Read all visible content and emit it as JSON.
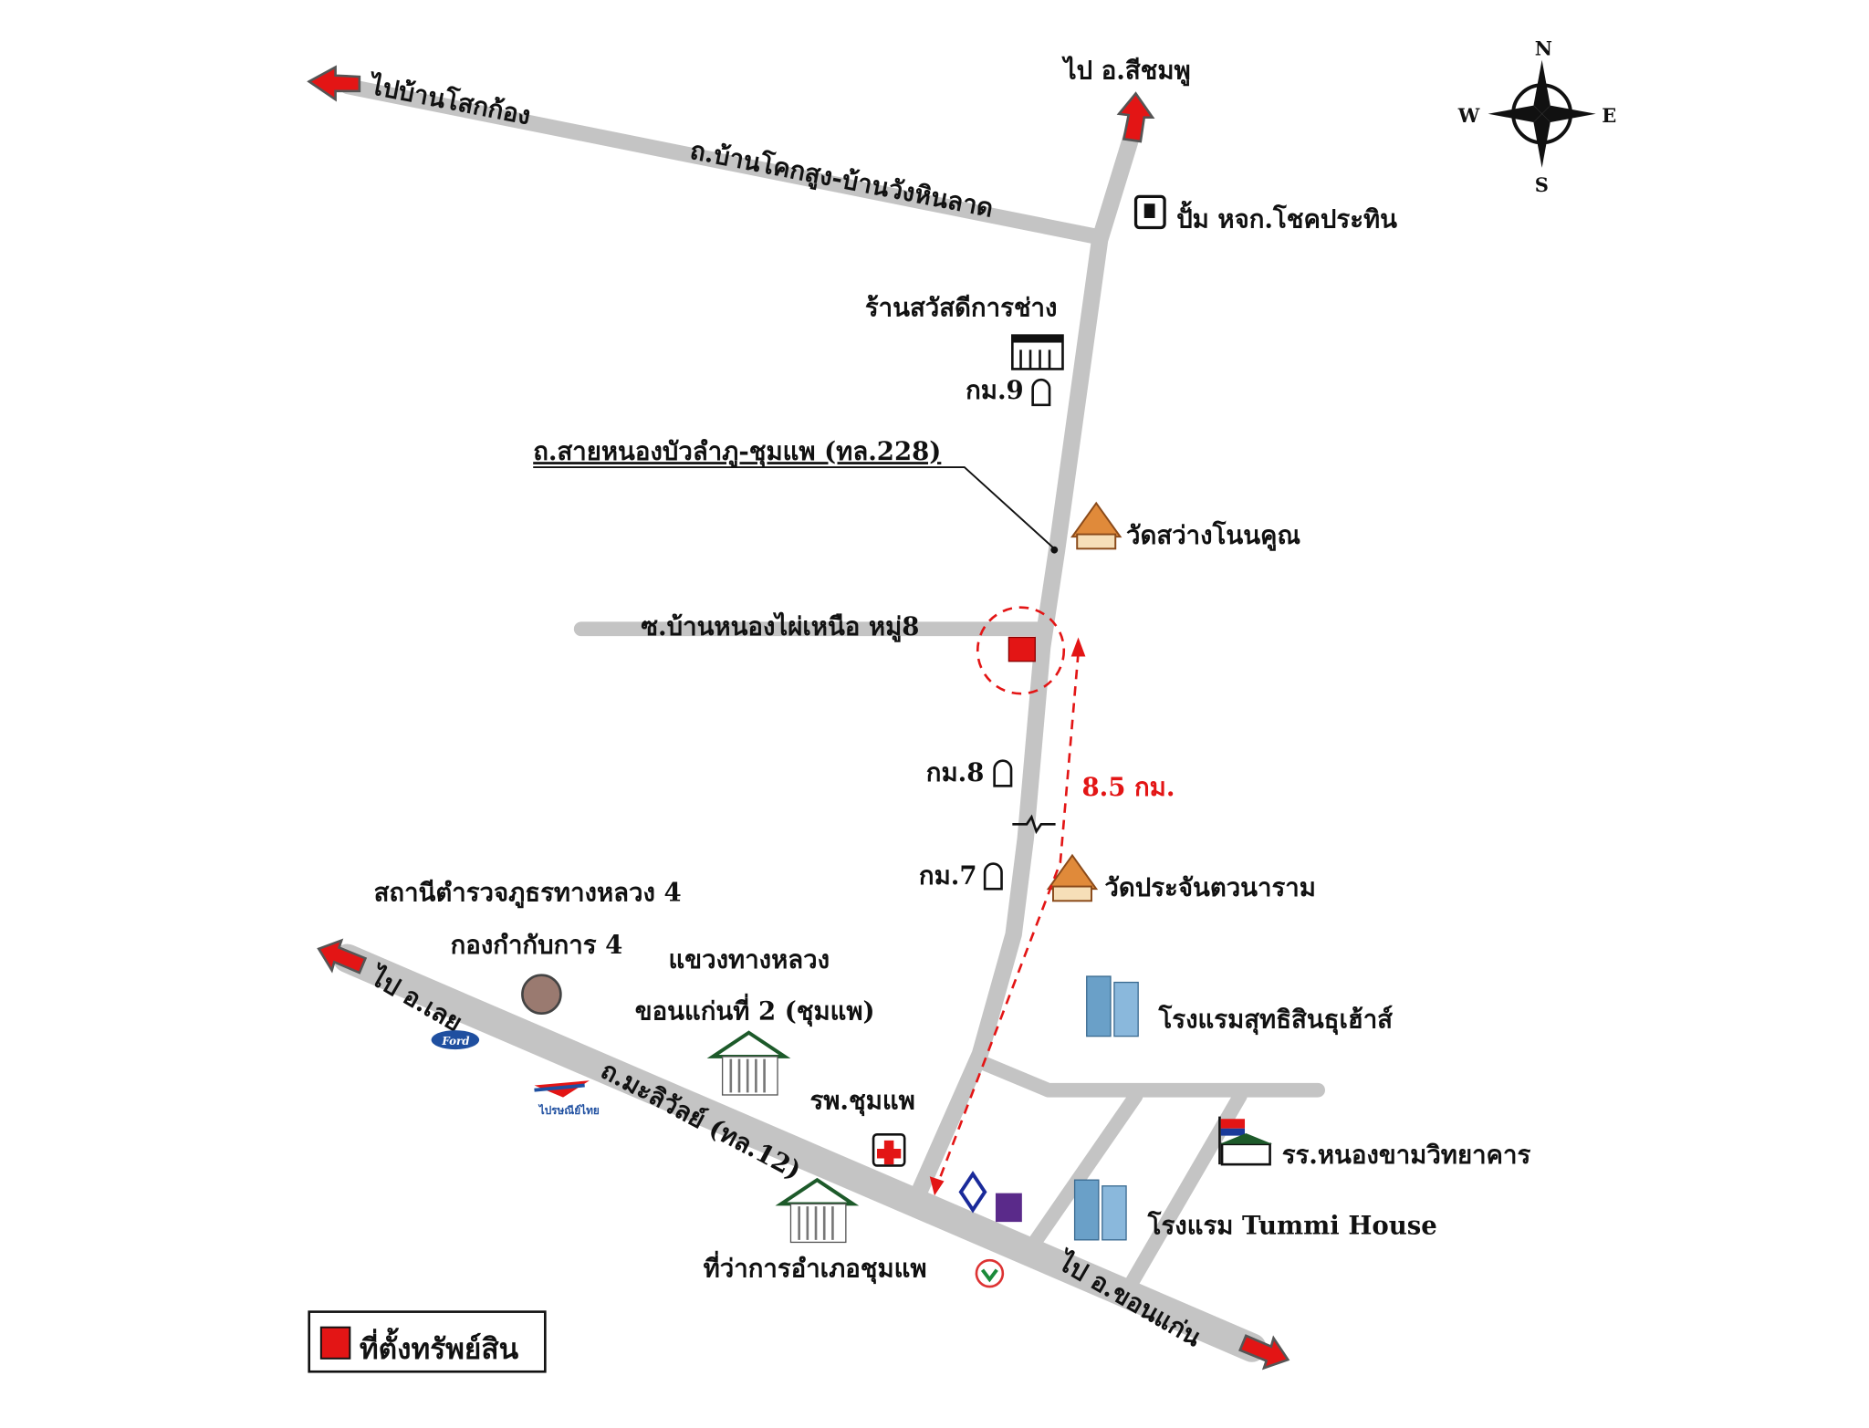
{
  "labels": {
    "to_ban_lok_kong": "ไปบ้านโสกก้อง",
    "road_khok_sung": "ถ.บ้านโคกสูง-บ้านวังหินลาด",
    "to_si_chomphu": "ไป อ.สีชมพู",
    "gas_station": "ปั้ม หจก.โชคประทิน",
    "shop": "ร้านสวัสดีการช่าง",
    "km9": "กม.9",
    "road_228": "ถ.สายหนองบัวลำภู-ชุมแพ (ทล.228)",
    "wat_sawang": "วัดสว่างโนนคูณ",
    "soi": "ซ.บ้านหนองไผ่เหนือ หมู่8",
    "km8": "กม.8",
    "distance": "8.5 กม.",
    "km7": "กม.7",
    "wat_prachan": "วัดประจันตวนาราม",
    "police_1": "สถานีตำรวจภูธรทางหลวง 4",
    "police_2": "กองกำกับการ 4",
    "highway_1": "แขวงทางหลวง",
    "highway_2": "ขอนแก่นที่ 2 (ชุมแพ)",
    "hotel_1": "โรงแรมสุทธิสินธุเฮ้าส์",
    "to_loei": "ไป อ.เลย",
    "road_12": "ถ.มะลิวัลย์ (ทล.12)",
    "hospital": "รพ.ชุมแพ",
    "school": "รร.หนองขามวิทยาคาร",
    "hotel_2": "โรงแรม Tummi House",
    "district_office": "ที่ว่าการอำเภอชุมแพ",
    "to_khon_kaen": "ไป อ.ขอนแก่น",
    "post_logo": "ไปรษณีย์ไทย",
    "ford_logo": "Ford"
  },
  "compass": {
    "n": "N",
    "s": "S",
    "e": "E",
    "w": "W"
  },
  "legend": {
    "property_location": "ที่ตั้งทรัพย์สิน"
  },
  "colors": {
    "road": "#c4c4c4",
    "accent": "#e31515",
    "text": "#111111"
  }
}
